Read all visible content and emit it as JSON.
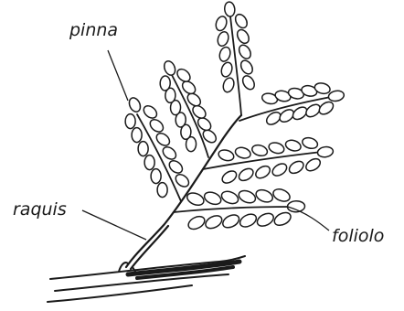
{
  "labels": {
    "pinna": "pinna",
    "raquis": "raquis",
    "foliolo": "foliolo"
  },
  "colors": {
    "ink": "#1a1a1a",
    "paper": "#ffffff"
  }
}
